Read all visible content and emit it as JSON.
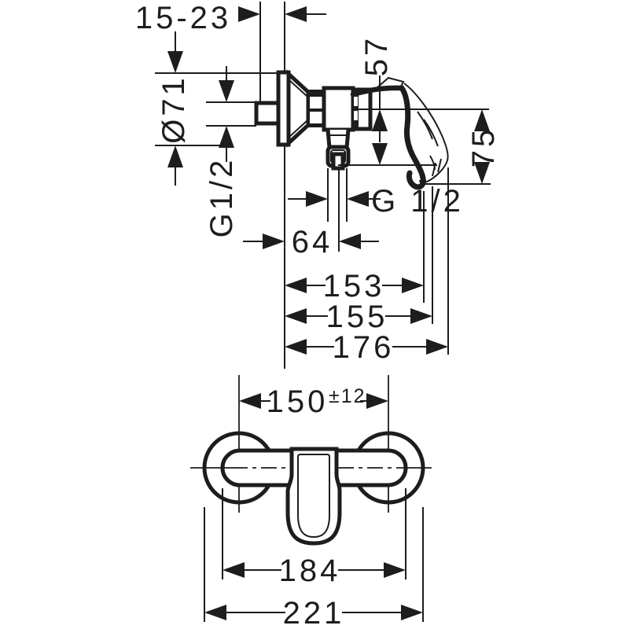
{
  "colors": {
    "ink": "#1d1d1b",
    "background": "#ffffff"
  },
  "side_view": {
    "wall_depth_range": "15-23",
    "escutcheon_diameter": "Ø71",
    "supply_thread": "G1/2",
    "axis_to_outlet": "57",
    "axis_to_handle_bottom": "75",
    "outlet_thread": "G 1/2",
    "wall_to_outlet_axis": "64",
    "projection_body": "153",
    "projection_mid": "155",
    "projection_total": "176"
  },
  "front_view": {
    "supply_centers": "150",
    "supply_centers_tolerance": "±12",
    "body_width": "184",
    "overall_width": "221"
  }
}
